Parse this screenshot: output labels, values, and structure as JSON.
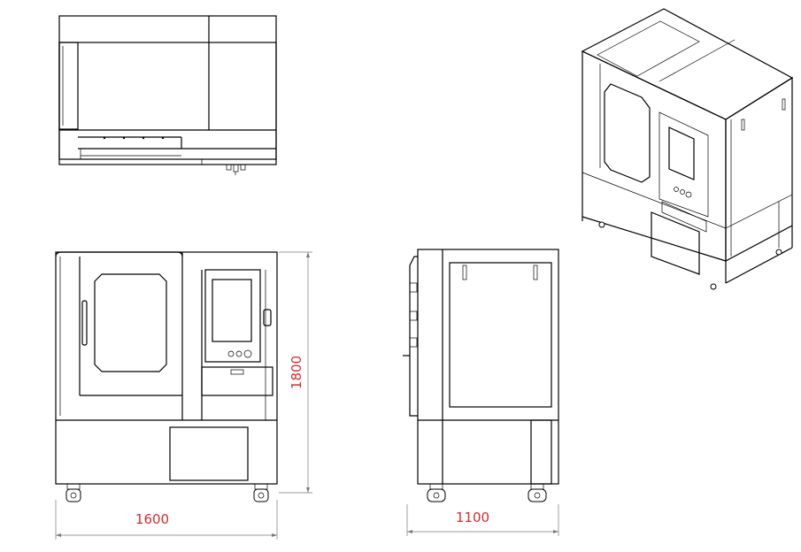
{
  "dimensions": {
    "front_width": "1600",
    "front_height": "1800",
    "side_depth": "1100"
  },
  "colors": {
    "line": "#000000",
    "dimension_line": "#7a7a7a",
    "dimension_text": "#d42d2d"
  }
}
